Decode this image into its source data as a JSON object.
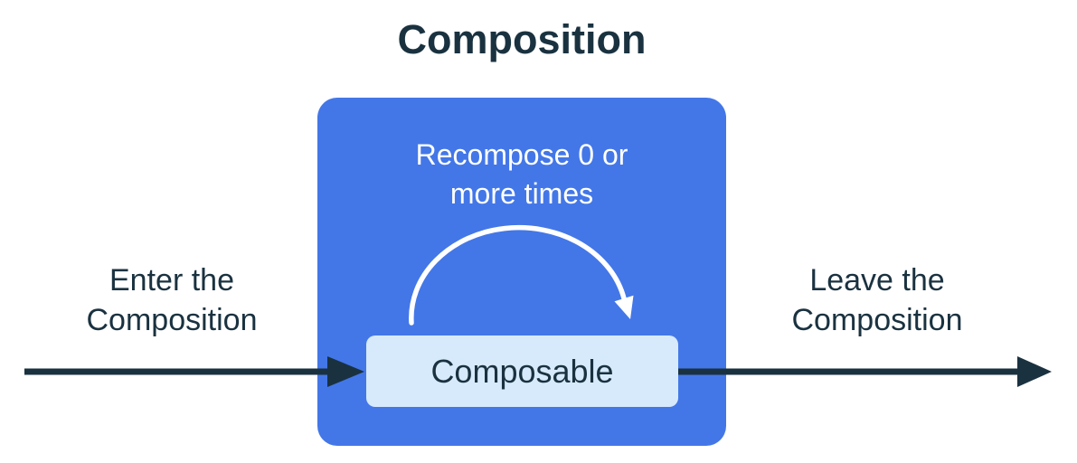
{
  "title": "Composition",
  "left_label": {
    "text": "Enter the\nComposition"
  },
  "right_label": {
    "text": "Leave the\nComposition"
  },
  "composition_box": {
    "recompose_text": "Recompose 0 or\nmore times",
    "composable_label": "Composable"
  },
  "colors": {
    "composition-blue": "#4377E8",
    "composable-bg": "#D7EAFB",
    "ink": "#1A3240",
    "arc-white": "#FFFFFF",
    "background": "#FFFFFF"
  }
}
